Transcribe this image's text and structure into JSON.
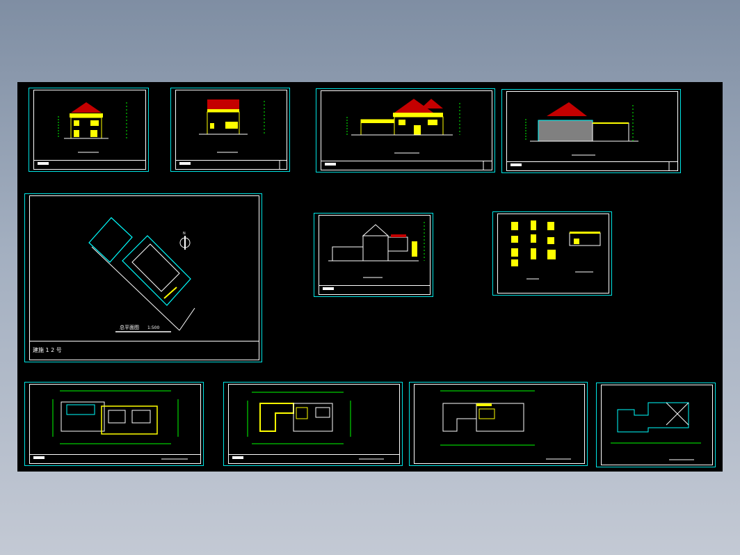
{
  "colors": {
    "background": "#000000",
    "sheet_border": "#00e5e5",
    "frame": "#ffffff",
    "roof": "#c40000",
    "wall": "#ffff00",
    "dims": "#00ff00",
    "plan_lines": "#00ffff",
    "masonry": "#808080"
  },
  "sheets": [
    {
      "id": "sheet-1",
      "content": "front-elevation"
    },
    {
      "id": "sheet-2",
      "content": "side-elevation"
    },
    {
      "id": "sheet-3",
      "content": "rear-elevation"
    },
    {
      "id": "sheet-4",
      "content": "side-elevation-2"
    },
    {
      "id": "sheet-5",
      "content": "site-plan",
      "titleblock_label": "建施 1 2 号",
      "drawing_title": "总平面图",
      "scale": "1:500"
    },
    {
      "id": "sheet-6",
      "content": "section"
    },
    {
      "id": "sheet-7",
      "content": "details"
    },
    {
      "id": "sheet-8",
      "content": "ground-floor-plan"
    },
    {
      "id": "sheet-9",
      "content": "second-floor-plan"
    },
    {
      "id": "sheet-10",
      "content": "third-floor-plan"
    },
    {
      "id": "sheet-11",
      "content": "roof-plan"
    }
  ],
  "icons": {
    "north_arrow": "north-arrow-icon"
  }
}
